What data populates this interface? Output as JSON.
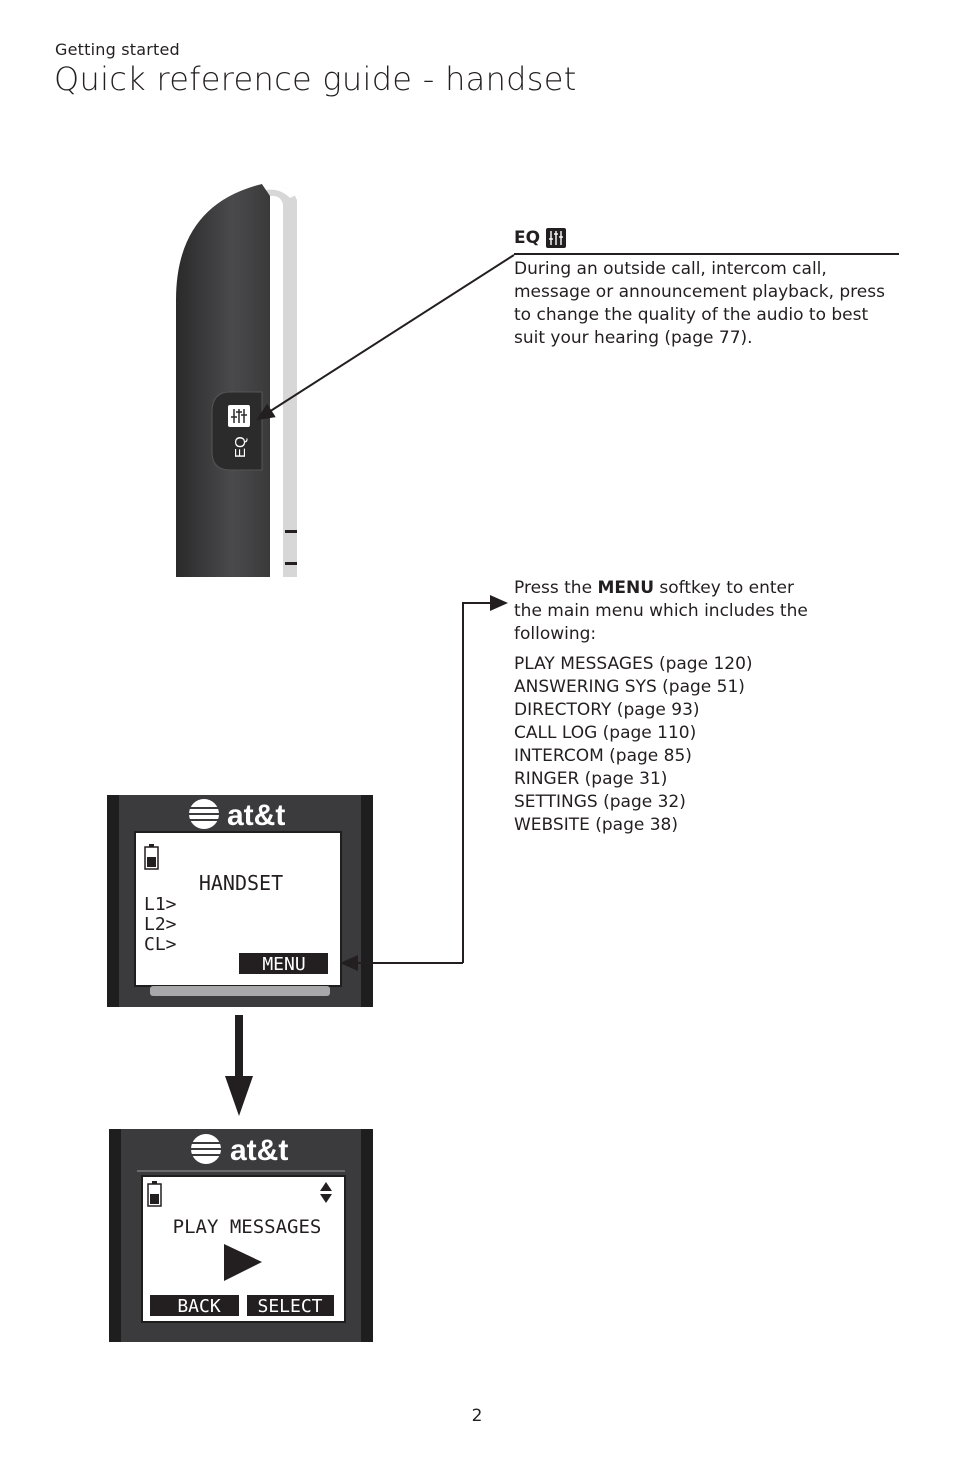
{
  "header": {
    "section": "Getting started",
    "title": "Quick reference guide - handset"
  },
  "eq_callout": {
    "heading": "EQ",
    "description": "During an outside call, intercom call, message or announcement playback, press to change the quality of the audio to best suit your hearing (page 77)."
  },
  "menu_callout": {
    "intro_before": "Press the ",
    "intro_bold": "MENU",
    "intro_after": " softkey to enter the main menu which includes the following:",
    "items": [
      "PLAY MESSAGES (page 120)",
      "ANSWERING SYS (page 51)",
      "DIRECTORY (page 93)",
      "CALL LOG (page 110)",
      "INTERCOM (page 85)",
      "RINGER (page 31)",
      "SETTINGS (page 32)",
      "WEBSITE (page 38)"
    ]
  },
  "handset_side": {
    "eq_button_label": "EQ"
  },
  "screen_1": {
    "brand": "at&t",
    "title": "HANDSET",
    "lines": [
      "L1>",
      "L2>",
      "CL>"
    ],
    "softkey": "MENU"
  },
  "screen_2": {
    "brand": "at&t",
    "title": "PLAY MESSAGES",
    "softkey_left": "BACK",
    "softkey_right": "SELECT"
  },
  "page_number": "2",
  "colors": {
    "text": "#231f20",
    "handset_body": "#3d3d3f",
    "lcd": "#ffffff"
  }
}
